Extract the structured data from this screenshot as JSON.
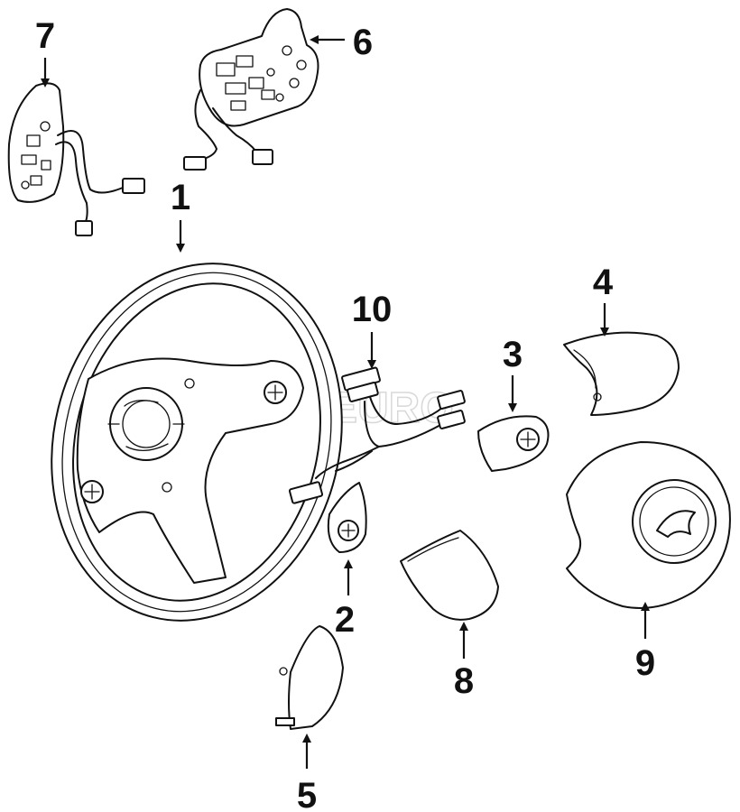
{
  "watermark": "FCPEURO",
  "callouts": {
    "c1": "1",
    "c2": "2",
    "c3": "3",
    "c4": "4",
    "c5": "5",
    "c6": "6",
    "c7": "7",
    "c8": "8",
    "c9": "9",
    "c10": "10"
  }
}
